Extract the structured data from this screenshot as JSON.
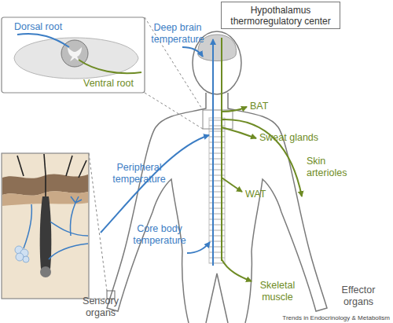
{
  "diagram": {
    "nodes": [
      {
        "text": [
          "Hypothalamus thermoregulatory center"
        ]
      }
    ],
    "labels": [
      "Dorsal root",
      "Ventral root",
      "Deep brain temperature",
      "BAT",
      "Sweat glands",
      "Skin arterioles",
      "Peripheral temperature",
      "WAT",
      "Core body temperature",
      "Sensory organs",
      "Skeletal muscle",
      "Effector organs",
      "Trends in Endocrinology & Metabolism"
    ]
  }
}
